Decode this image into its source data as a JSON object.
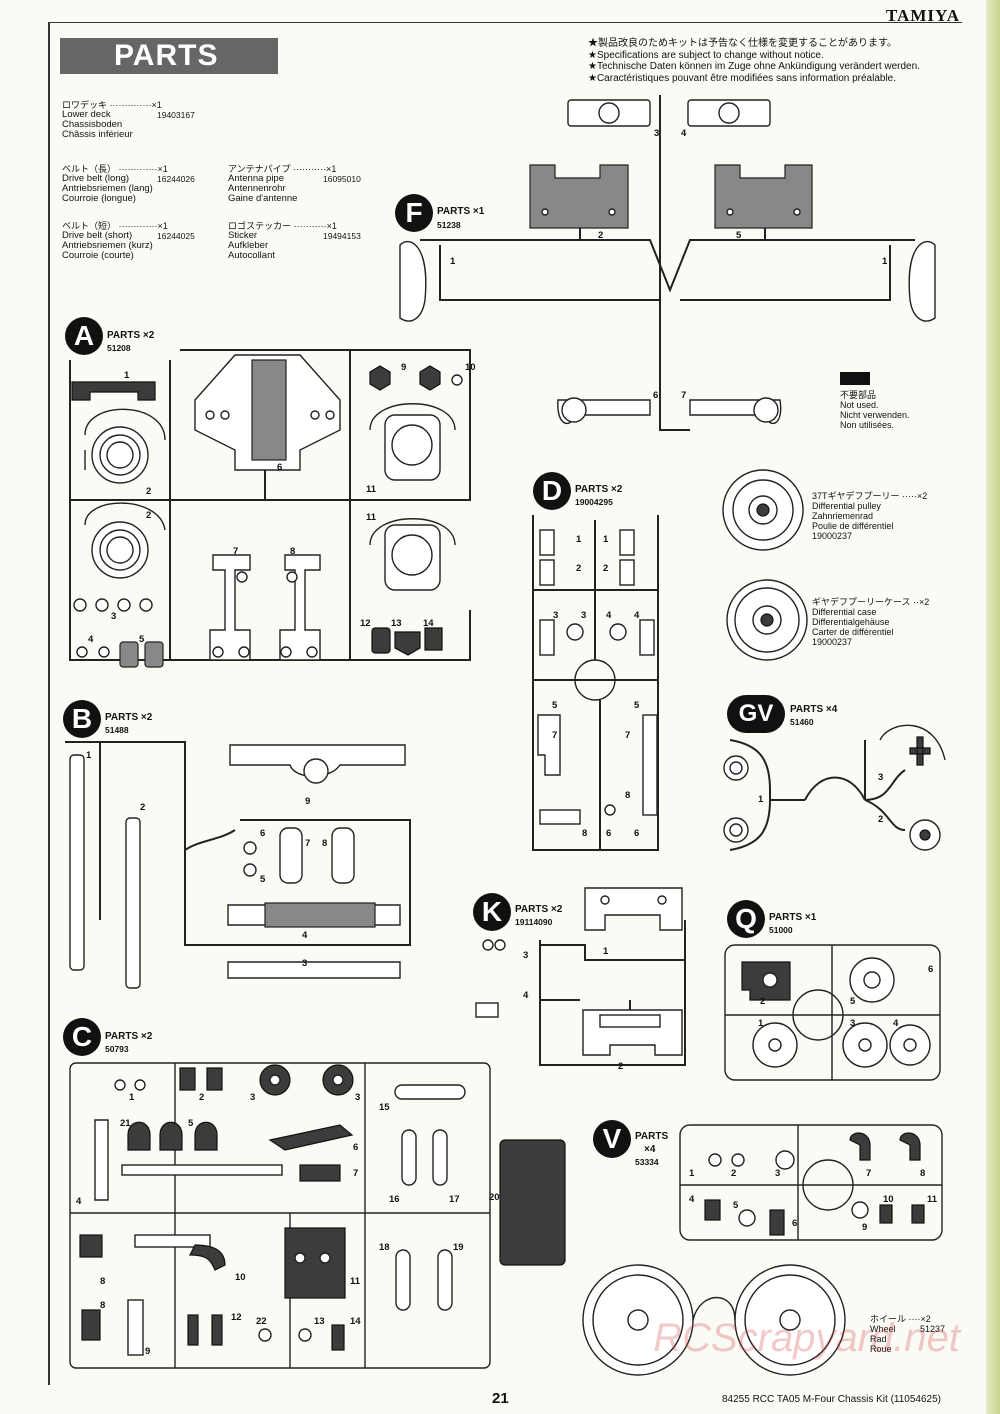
{
  "header": {
    "brand": "TAMIYA",
    "title": "PARTS"
  },
  "notes": [
    "★製品改良のためキットは予告なく仕様を変更することがあります。",
    "★Specifications are subject to change without notice.",
    "★Technische Daten können im Zuge ohne Ankündigung verändert werden.",
    "★Caractéristiques pouvant être modifiées sans information préalable."
  ],
  "items": [
    {
      "jp": "ロワデッキ ··············×1",
      "en": "Lower deck",
      "de": "Chassisboden",
      "fr": "Châssis inférieur",
      "code": "19403167"
    },
    {
      "jp": "ベルト（長） ·············×1",
      "en": "Drive belt (long)",
      "de": "Antriebsriemen (lang)",
      "fr": "Courroie (longue)",
      "code": "16244026"
    },
    {
      "jp": "ベルト（短） ·············×1",
      "en": "Drive belt (short)",
      "de": "Antriebsriemen (kurz)",
      "fr": "Courroie (courte)",
      "code": "16244025"
    },
    {
      "jp": "アンテナパイプ ···········×1",
      "en": "Antenna pipe",
      "de": "Antennenrohr",
      "fr": "Gaine d'antenne",
      "code": "16095010"
    },
    {
      "jp": "ロゴステッカー ···········×1",
      "en": "Sticker",
      "de": "Aufkleber",
      "fr": "Autocollant",
      "code": "19494153"
    }
  ],
  "trees": {
    "F": {
      "letter": "F",
      "title": "PARTS ×1",
      "code": "51238"
    },
    "A": {
      "letter": "A",
      "title": "PARTS ×2",
      "code": "51208"
    },
    "D": {
      "letter": "D",
      "title": "PARTS ×2",
      "code": "19004295"
    },
    "GV": {
      "letter": "GV",
      "title": "PARTS ×4",
      "code": "51460"
    },
    "B": {
      "letter": "B",
      "title": "PARTS ×2",
      "code": "51488"
    },
    "K": {
      "letter": "K",
      "title": "PARTS ×2",
      "code": "19114090"
    },
    "Q": {
      "letter": "Q",
      "title": "PARTS ×1",
      "code": "51000"
    },
    "C": {
      "letter": "C",
      "title": "PARTS ×2",
      "code": "50793"
    },
    "V": {
      "letter": "V",
      "title": "PARTS",
      "qty": "×4",
      "code": "53334"
    }
  },
  "not_used": {
    "jp": "不要部品",
    "en": "Not used.",
    "de": "Nicht verwenden.",
    "fr": "Non utilisées."
  },
  "pulley": {
    "jp": "37Tギヤデフプーリー ·····×2",
    "en": "Differential pulley",
    "de": "Zahnriemenrad",
    "fr": "Poulie de différentiel",
    "code": "19000237"
  },
  "diffcase": {
    "jp": "ギヤデフプーリーケース ··×2",
    "en": "Differential case",
    "de": "Differentialgehäuse",
    "fr": "Carter de différentiel",
    "code": "19000237"
  },
  "wheel": {
    "jp": "ホイール ····×2",
    "en": "Wheel",
    "de": "Rad",
    "fr": "Roue",
    "code": "51237"
  },
  "footer": {
    "page": "21",
    "kit": "84255  RCC TA05 M-Four Chassis Kit (11054625)"
  },
  "watermark": "RCScrapyard.net",
  "part_numbers": {
    "F": [
      "3",
      "4",
      "2",
      "5",
      "1",
      "1",
      "6",
      "7"
    ],
    "A": [
      "1",
      "2",
      "2",
      "6",
      "7",
      "8",
      "3",
      "4",
      "5",
      "9",
      "10",
      "11",
      "11",
      "12",
      "13",
      "14"
    ],
    "D": [
      "1",
      "1",
      "2",
      "2",
      "3",
      "3",
      "4",
      "4",
      "5",
      "5",
      "6",
      "6",
      "7",
      "7",
      "8",
      "8"
    ],
    "GV": [
      "1",
      "2",
      "3"
    ],
    "B": [
      "1",
      "2",
      "9",
      "6",
      "5",
      "7",
      "8",
      "4",
      "3"
    ],
    "K": [
      "3",
      "4",
      "1",
      "2"
    ],
    "Q": [
      "6",
      "2",
      "5",
      "1",
      "3",
      "4"
    ],
    "C": [
      "1",
      "2",
      "3",
      "3",
      "21",
      "5",
      "6",
      "4",
      "15",
      "16",
      "17",
      "20",
      "7",
      "10",
      "11",
      "8",
      "8",
      "9",
      "12",
      "22",
      "13",
      "14",
      "18",
      "19"
    ],
    "V": [
      "1",
      "2",
      "3",
      "7",
      "8",
      "4",
      "5",
      "6",
      "9",
      "10",
      "11"
    ]
  }
}
